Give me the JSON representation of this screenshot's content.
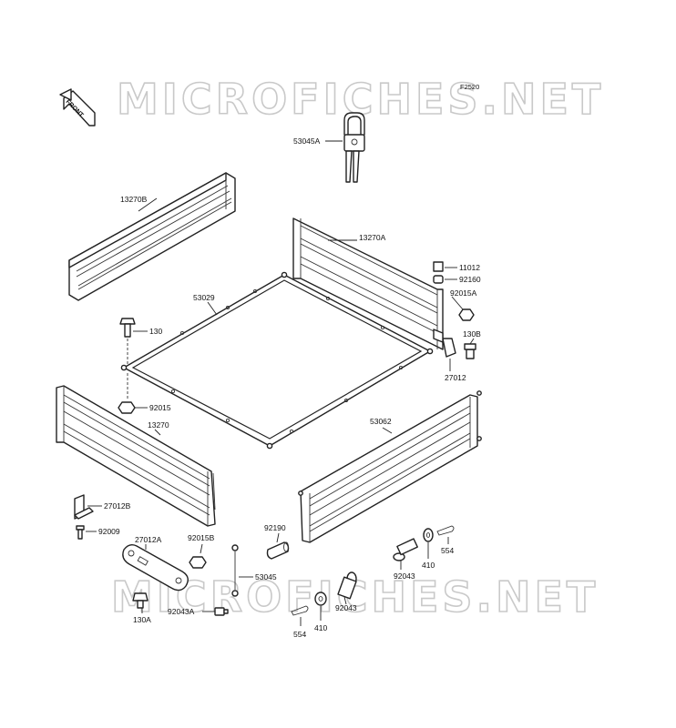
{
  "figure_code": "F2520",
  "front_label": "FRONT",
  "watermark": "MICROFICHES.NET",
  "labels": {
    "p53045A": "53045A",
    "p13270B": "13270B",
    "p13270A": "13270A",
    "p11012": "11012",
    "p92160": "92160",
    "p92015A": "92015A",
    "p53029": "53029",
    "p130": "130",
    "p130B": "130B",
    "p27012": "27012",
    "p92015": "92015",
    "p13270": "13270",
    "p53062": "53062",
    "p27012B": "27012B",
    "p92009": "92009",
    "p27012A": "27012A",
    "p92015B": "92015B",
    "p92190": "92190",
    "p53045": "53045",
    "p92043a": "92043",
    "p410a": "410",
    "p554a": "554",
    "p92043b": "92043",
    "p410b": "410",
    "p554b": "554",
    "p130A": "130A",
    "p92043A": "92043A"
  }
}
